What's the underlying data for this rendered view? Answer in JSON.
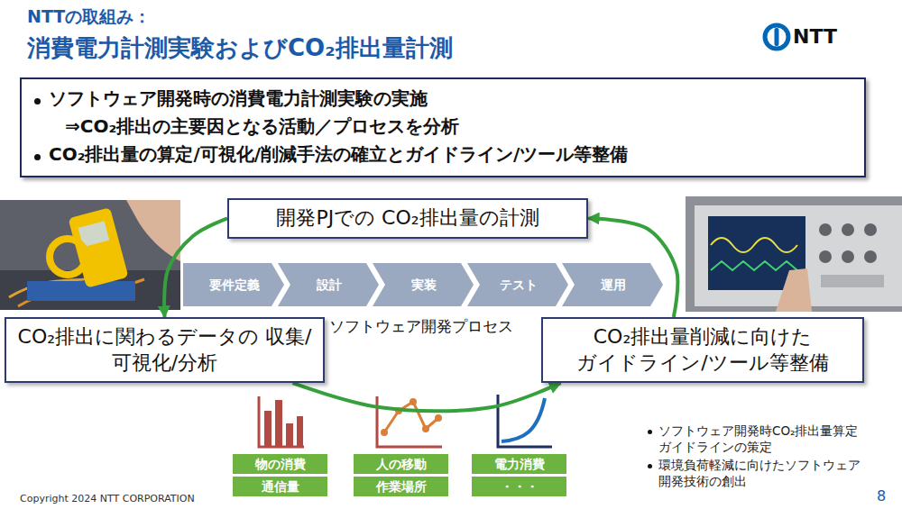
{
  "diagram": {
    "title": "消費電力計測実験およびCO₂排出量計測",
    "nodes": [
      {
        "text": [
          "ソフトウェア開発時の消費電力計測実験の実施",
          "⇒CO₂排出の主要因となる活動／プロセスを分析",
          "CO₂排出量の算定/可視化/削減手法の確立とガイドライン/ツール等整備"
        ]
      },
      {
        "text": [
          "開発PJでの CO₂排出量の計測"
        ]
      },
      {
        "text": [
          "要件定義"
        ]
      },
      {
        "text": [
          "設計"
        ]
      },
      {
        "text": [
          "実装"
        ]
      },
      {
        "text": [
          "テスト"
        ]
      },
      {
        "text": [
          "運用"
        ]
      },
      {
        "text": [
          "CO₂排出に関わるデータの 収集/可視化/分析"
        ]
      },
      {
        "text": [
          "CO₂排出量削減に向けた ガイドライン/ツール等整備"
        ]
      },
      {
        "text": [
          "物の消費"
        ]
      },
      {
        "text": [
          "通信量"
        ]
      },
      {
        "text": [
          "人の移動"
        ]
      },
      {
        "text": [
          "作業場所"
        ]
      },
      {
        "text": [
          "電力消費"
        ]
      },
      {
        "text": [
          "・・・"
        ]
      }
    ],
    "edges": [
      {
        "from": 1,
        "to": 7,
        "arrow": "to"
      },
      {
        "from": 7,
        "to": 8,
        "arrow": "to"
      },
      {
        "from": 8,
        "to": 1,
        "arrow": "to"
      }
    ],
    "labels": [
      "NTTの取組み：",
      "NTT",
      "ソフトウェア開発プロセス",
      "ソフトウェア開発時CO₂排出量算定ガイドラインの策定",
      "環境負荷軽減に向けたソフトウェア開発技術の創出",
      "Copyright 2024 NTT CORPORATION",
      "8"
    ]
  }
}
